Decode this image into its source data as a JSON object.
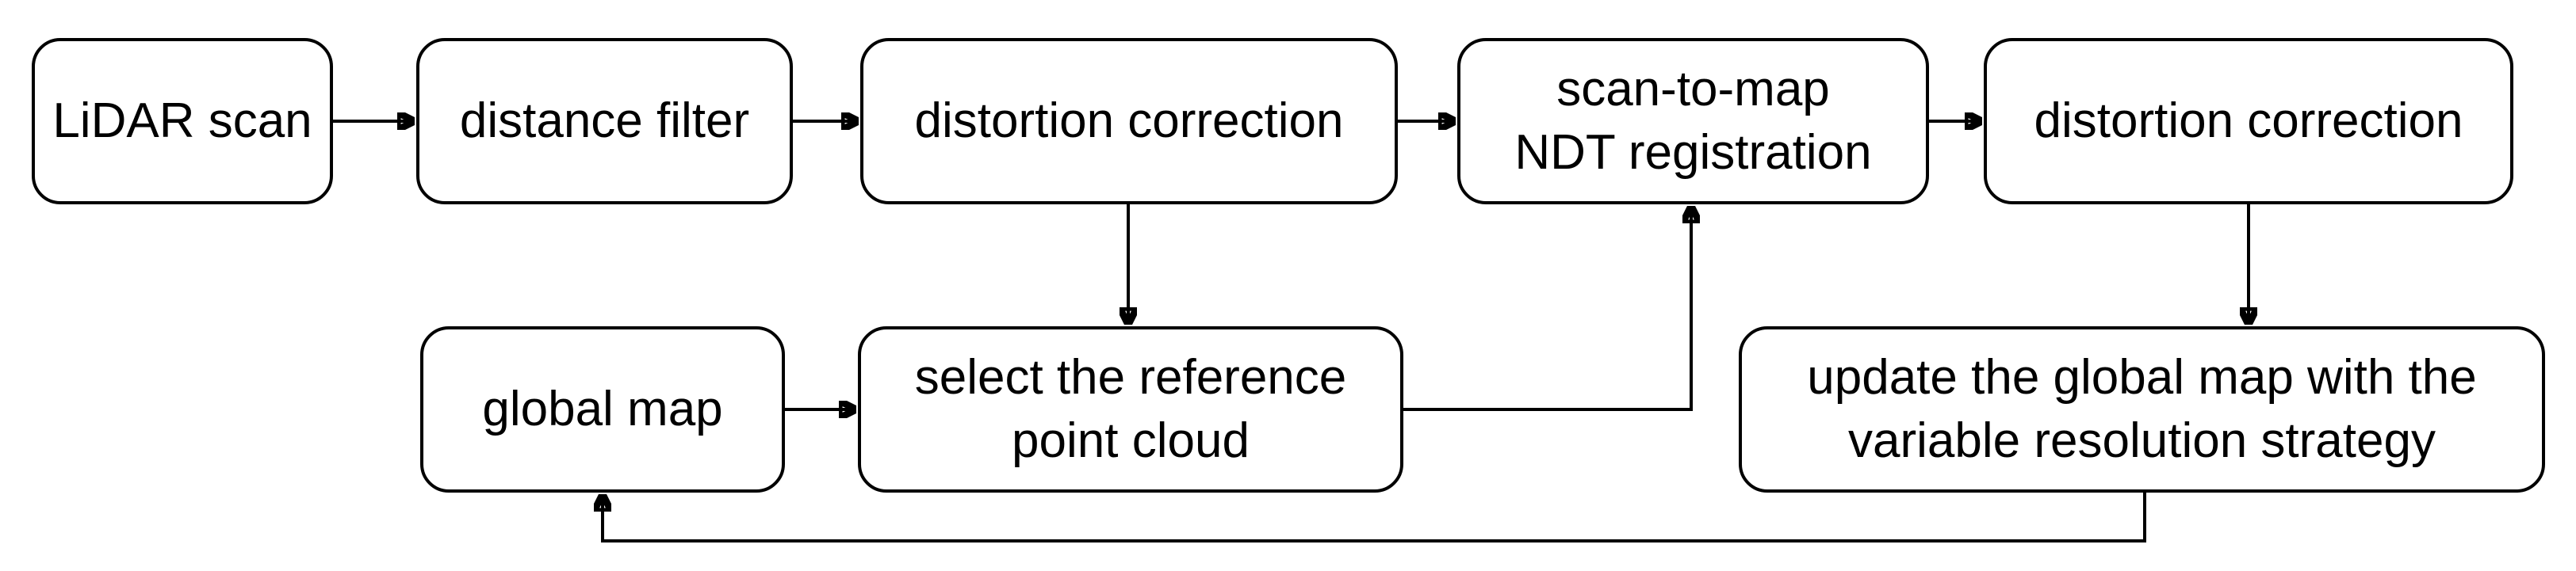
{
  "diagram": {
    "title": "LiDAR scan-to-map NDT registration pipeline flowchart",
    "colors": {
      "background": "#ffffff",
      "box_fill": "#ffffff",
      "box_border": "#000000",
      "arrow": "#000000",
      "text": "#000000"
    },
    "nodes": [
      {
        "id": "lidar-scan",
        "label": "LiDAR scan"
      },
      {
        "id": "distance-filter",
        "label": "distance filter"
      },
      {
        "id": "distortion-correction-1",
        "label": "distortion correction"
      },
      {
        "id": "scan-to-map-ndt-registration",
        "label": "scan-to-map\nNDT registration"
      },
      {
        "id": "distortion-correction-2",
        "label": "distortion correction"
      },
      {
        "id": "global-map",
        "label": "global map"
      },
      {
        "id": "select-reference-point-cloud",
        "label": "select the reference\npoint cloud"
      },
      {
        "id": "update-global-map",
        "label": "update the global map with the\nvariable resolution strategy"
      }
    ],
    "edges": [
      {
        "from": "lidar-scan",
        "to": "distance-filter"
      },
      {
        "from": "distance-filter",
        "to": "distortion-correction-1"
      },
      {
        "from": "distortion-correction-1",
        "to": "scan-to-map-ndt-registration"
      },
      {
        "from": "scan-to-map-ndt-registration",
        "to": "distortion-correction-2"
      },
      {
        "from": "distortion-correction-1",
        "to": "select-reference-point-cloud"
      },
      {
        "from": "global-map",
        "to": "select-reference-point-cloud"
      },
      {
        "from": "select-reference-point-cloud",
        "to": "scan-to-map-ndt-registration"
      },
      {
        "from": "distortion-correction-2",
        "to": "update-global-map"
      },
      {
        "from": "update-global-map",
        "to": "global-map"
      }
    ]
  }
}
